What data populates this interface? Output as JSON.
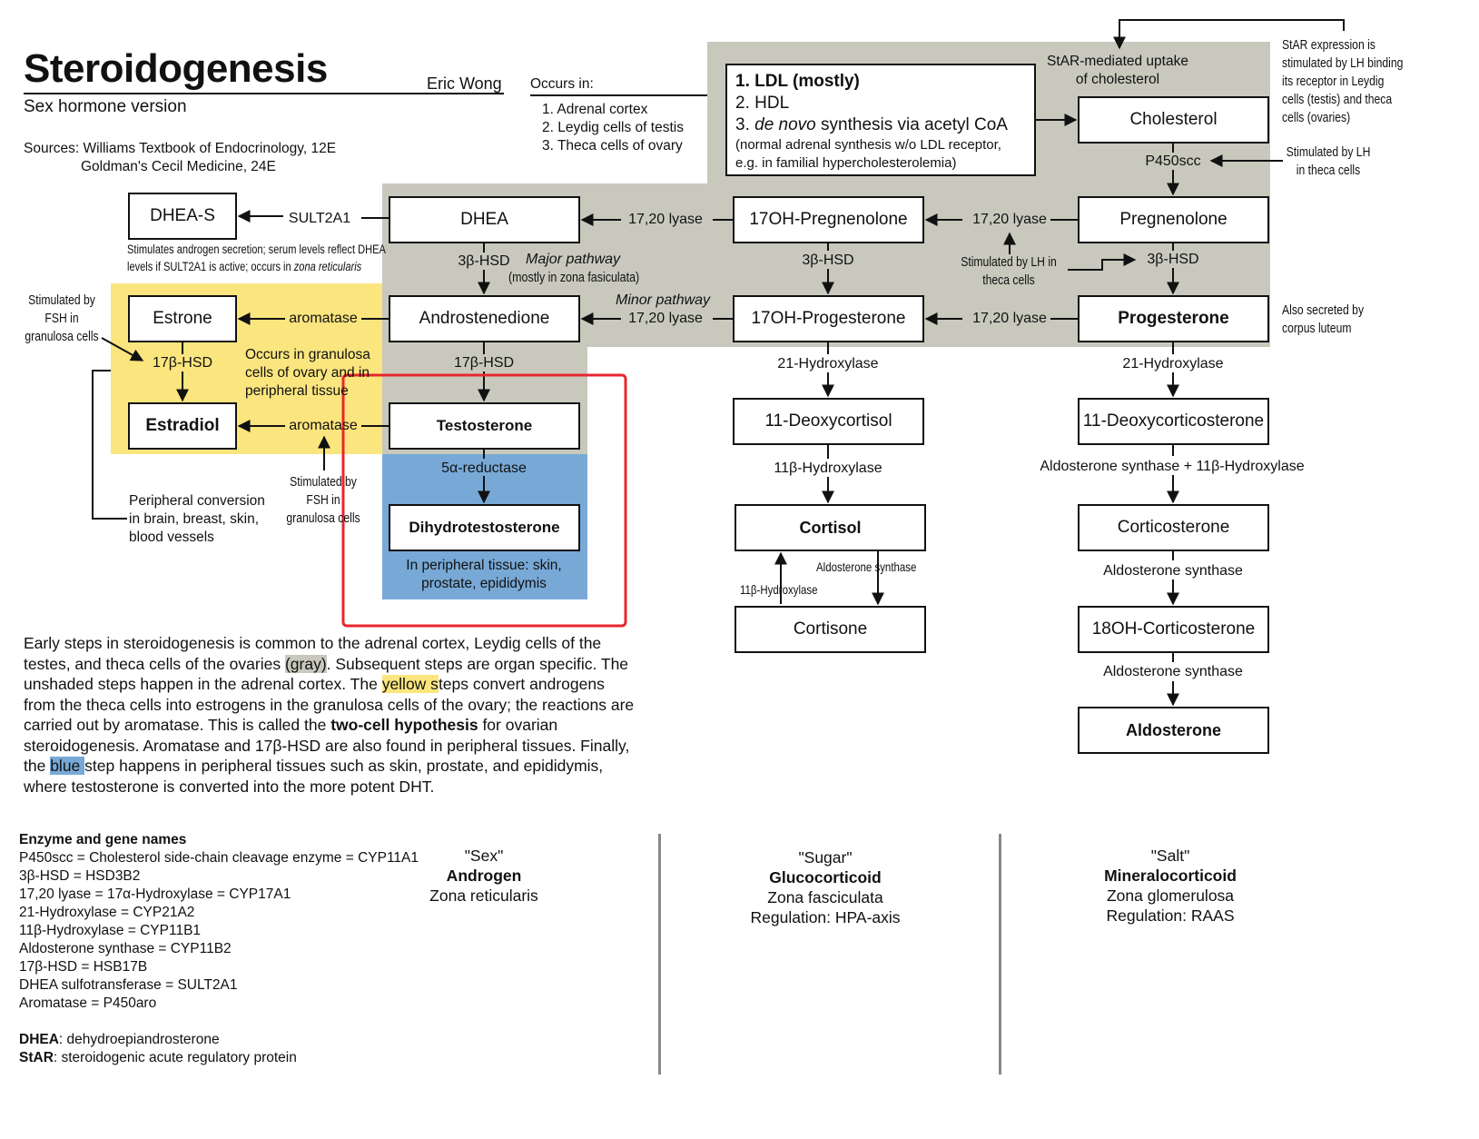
{
  "header": {
    "title": "Steroidogenesis",
    "author": "Eric Wong",
    "subtitle": "Sex hormone version",
    "sources": [
      "Sources: Williams Textbook of Endocrinology, 12E",
      "Goldman's Cecil Medicine, 24E"
    ]
  },
  "occurs": {
    "heading": "Occurs in:",
    "items": [
      "1. Adrenal cortex",
      "2. Leydig cells of testis",
      "3. Theca cells of ovary"
    ]
  },
  "ldl_box": {
    "line1": "1. LDL (mostly)",
    "line2": "2. HDL",
    "line3_num": "3. ",
    "line3_it": "de novo",
    "line3_rest": " synthesis via acetyl CoA",
    "line4": "(normal adrenal synthesis w/o LDL receptor,",
    "line5": "e.g. in familial hypercholesterolemia)"
  },
  "nodes": {
    "cholesterol": "Cholesterol",
    "pregnenolone": "Pregnenolone",
    "oh_pregnenolone": "17OH-Pregnenolone",
    "dhea": "DHEA",
    "dhea_s": "DHEA-S",
    "progesterone": "Progesterone",
    "oh_progesterone": "17OH-Progesterone",
    "androstenedione": "Androstenedione",
    "estrone": "Estrone",
    "estradiol": "Estradiol",
    "testosterone": "Testosterone",
    "dht": "Dihydrotestosterone",
    "deoxycortisol": "11-Deoxycortisol",
    "cortisol": "Cortisol",
    "cortisone": "Cortisone",
    "deoxycorticosterone": "11-Deoxycorticosterone",
    "corticosterone": "Corticosterone",
    "oh_corticosterone": "18OH-Corticosterone",
    "aldosterone": "Aldosterone"
  },
  "enzymes": {
    "p450scc": "P450scc",
    "lyase": "17,20 lyase",
    "hsd3b": "3β-HSD",
    "hsd17b": "17β-HSD",
    "sult2a1": "SULT2A1",
    "aromatase": "aromatase",
    "reductase": "5α-reductase",
    "hydroxylase21": "21-Hydroxylase",
    "hydroxylase11": "11β-Hydroxylase",
    "aldo_synthase": "Aldosterone synthase",
    "aldo_plus": "Aldosterone synthase + 11β-Hydroxylase"
  },
  "notes": {
    "star_uptake": [
      "StAR-mediated uptake",
      "of cholesterol"
    ],
    "star_expr": [
      "StAR expression is",
      "stimulated by LH binding",
      "its receptor in Leydig",
      "cells (testis) and theca",
      "cells (ovaries)"
    ],
    "lh_theca_right": [
      "Stimulated by LH",
      "in theca cells"
    ],
    "lh_theca_mid": [
      "Stimulated by LH in",
      "theca cells"
    ],
    "major": "Major pathway",
    "major_sub": "(mostly in zona fasiculata)",
    "minor": "Minor pathway",
    "dhea_s_note": [
      "Stimulates androgen secretion; serum levels reflect DHEA",
      "levels if SULT2A1 is active; occurs in "
    ],
    "dhea_s_zone": "zona reticularis",
    "fsh_left": [
      "Stimulated by",
      "FSH in",
      "granulosa cells"
    ],
    "granulosa": [
      "Occurs in granulosa",
      "cells of ovary and in",
      "peripheral tissue"
    ],
    "fsh_bottom": [
      "Stimulated by",
      "FSH in",
      "granulosa cells"
    ],
    "peripheral": [
      "Peripheral conversion",
      "in brain, breast, skin,",
      "blood vessels"
    ],
    "dht_tissue": [
      "In peripheral tissue: skin,",
      "prostate, epididymis"
    ],
    "corpus": [
      "Also secreted by",
      "corpus luteum"
    ]
  },
  "paragraph": {
    "p1": "Early steps in steroidogenesis is common to the adrenal cortex, Leydig cells of the testes, and theca cells of the ovaries ",
    "gray": "(gray)",
    "p2": ". Subsequent steps are organ specific. The unshaded steps happen in the adrenal cortex. The ",
    "yellow": "yellow s",
    "p3": "teps convert androgens from the theca cells into estrogens in the granulosa cells of the ovary; the reactions are carried out by aromatase. This is called the ",
    "bold": "two-cell hypothesis",
    "p4": " for ovarian steroidogenesis. Aromatase and 17β-HSD are also found in peripheral tissues. Finally, the ",
    "blue": " blue ",
    "p5": "step happens in peripheral tissues such as skin, prostate, and epididymis, where testosterone is converted into the more potent DHT."
  },
  "legend": {
    "heading": "Enzyme and gene names",
    "items": [
      "P450scc = Cholesterol side-chain cleavage enzyme = CYP11A1",
      "3β-HSD = HSD3B2",
      "17,20 lyase = 17α-Hydroxylase = CYP17A1",
      "21-Hydroxylase = CYP21A2",
      "11β-Hydroxylase = CYP11B1",
      "Aldosterone synthase = CYP11B2",
      "17β-HSD = HSB17B",
      "DHEA sulfotransferase = SULT2A1",
      "Aromatase = P450aro"
    ],
    "dhea_term": "DHEA",
    "dhea_def": ": dehydroepiandrosterone",
    "star_term": "StAR",
    "star_def": ": steroidogenic acute regulatory protein"
  },
  "columns": [
    {
      "nick": "\"Sex\"",
      "name": "Androgen",
      "zone": "Zona reticularis",
      "reg": ""
    },
    {
      "nick": "\"Sugar\"",
      "name": "Glucocorticoid",
      "zone": "Zona fasciculata",
      "reg": "Regulation: HPA-axis"
    },
    {
      "nick": "\"Salt\"",
      "name": "Mineralocorticoid",
      "zone": "Zona glomerulosa",
      "reg": "Regulation: RAAS"
    }
  ],
  "colors": {
    "gray": "#c8c8bd",
    "yellow": "#fbe57e",
    "blue": "#78a9d6",
    "highlight_box": "#e8262e"
  }
}
